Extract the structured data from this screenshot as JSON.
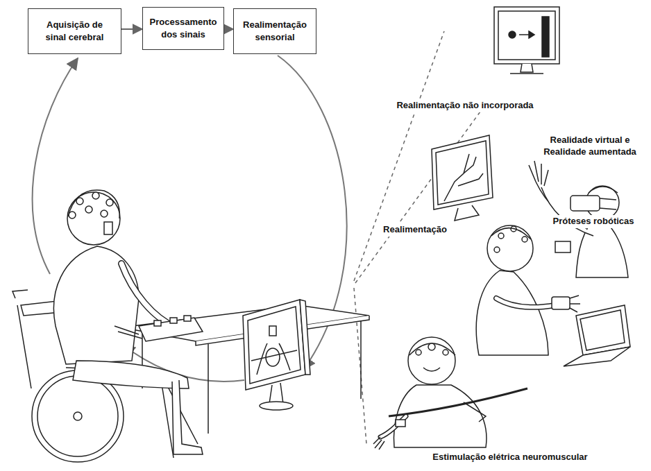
{
  "diagram": {
    "nodes": [
      {
        "text": [
          "Aquisição de sinal cerebral"
        ]
      },
      {
        "text": [
          "Processamento dos sinais"
        ]
      },
      {
        "text": [
          "Realimentação sensorial"
        ]
      }
    ],
    "edges": [
      {
        "from": 0,
        "to": 1,
        "arrow": "to"
      },
      {
        "from": 1,
        "to": 2,
        "arrow": "to"
      }
    ],
    "labels": [
      "Realimentação não incorporada",
      "Realidade virtual e Realidade aumentada",
      "Realimentação",
      "Próteses robóticas",
      "Estimulação elétrica neuromuscular"
    ]
  }
}
